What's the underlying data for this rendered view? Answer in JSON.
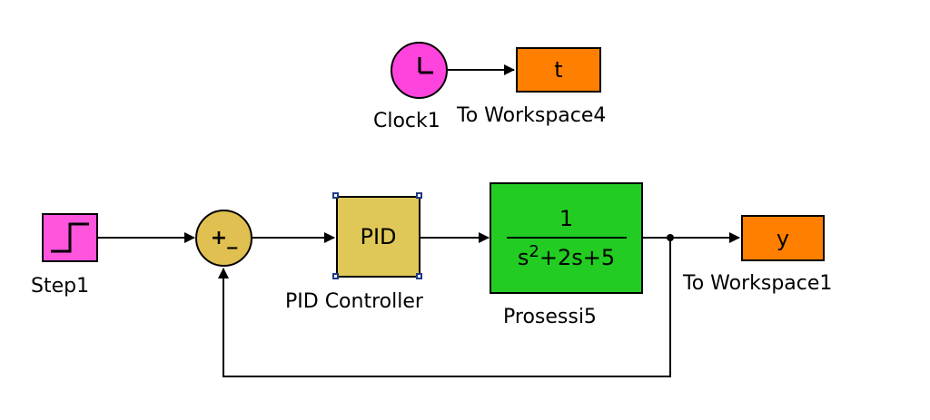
{
  "blocks": {
    "clock": {
      "label": "Clock1"
    },
    "to_workspace_t": {
      "value": "t",
      "label": "To Workspace4"
    },
    "step": {
      "label": "Step1"
    },
    "sum": {
      "signs": "+_"
    },
    "pid": {
      "text": "PID",
      "label": "PID Controller"
    },
    "process": {
      "numerator": "1",
      "den_s": "s",
      "den_exp": "2",
      "den_rest": "+2s+5",
      "label": "Prosessi5"
    },
    "to_workspace_y": {
      "value": "y",
      "label": "To Workspace1"
    }
  },
  "colors": {
    "workspace": "#ff8000",
    "step": "#ff55dd",
    "clock": "#ff44dd",
    "sum": "#e0c050",
    "pid": "#e0c858",
    "process": "#22cc22"
  }
}
